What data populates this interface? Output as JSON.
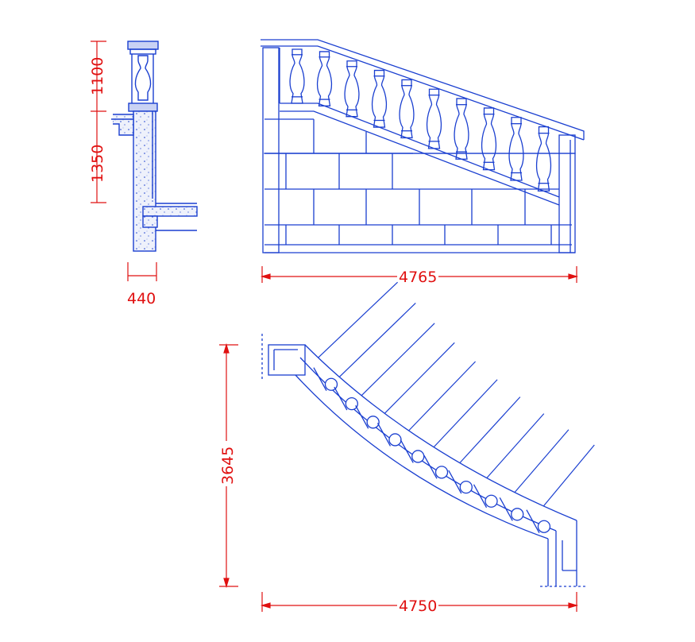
{
  "dimensions": {
    "section_balustrade_height": "1100",
    "section_wall_height": "1350",
    "section_wall_width": "440",
    "elevation_length": "4765",
    "plan_depth": "3645",
    "plan_length": "4750"
  },
  "colors": {
    "drawing_line": "#1a3fd0",
    "dimension_line": "#e01010",
    "fill_hatch": "#7a8bd8",
    "background": "#ffffff"
  },
  "counts": {
    "elevation_balusters": 10,
    "plan_balusters": 10,
    "plan_radial_lines": 10
  }
}
